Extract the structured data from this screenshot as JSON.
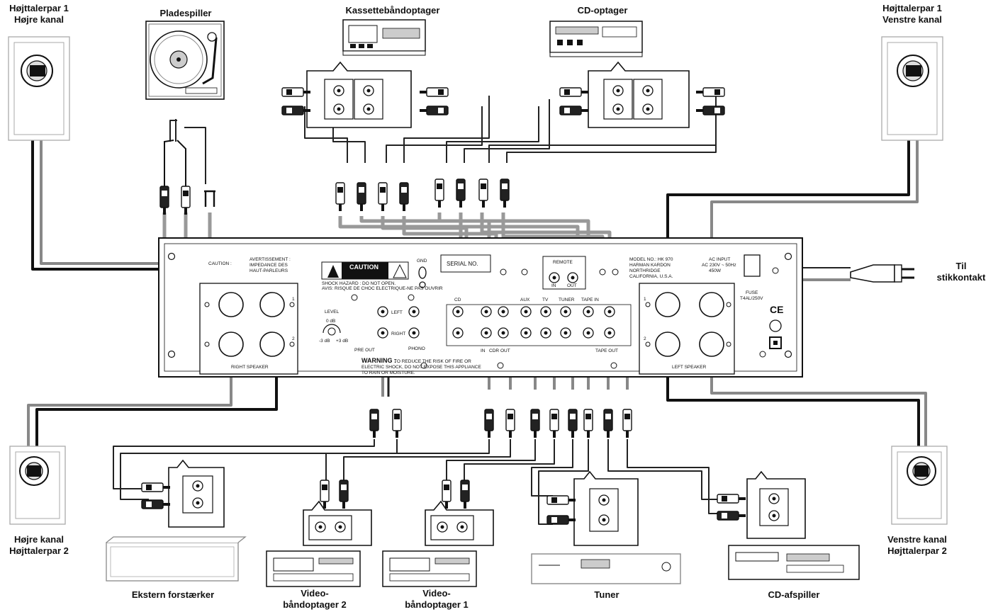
{
  "labels": {
    "speaker_right_1": [
      "Højttalerpar 1",
      "Højre kanal"
    ],
    "speaker_left_1": [
      "Højttalerpar 1",
      "Venstre kanal"
    ],
    "speaker_right_2": [
      "Højre kanal",
      "Højttalerpar 2"
    ],
    "speaker_left_2": [
      "Venstre kanal",
      "Højttalerpar 2"
    ],
    "turntable": "Pladespiller",
    "cassette": "Kassettebåndoptager",
    "cd_recorder": "CD-optager",
    "ext_amp": "Ekstern forstærker",
    "vcr2": [
      "Video-",
      "båndoptager 2"
    ],
    "vcr1": [
      "Video-",
      "båndoptager 1"
    ],
    "tuner": "Tuner",
    "cd_player": "CD-afspiller",
    "wall_outlet": [
      "Til",
      "stikkontakt"
    ]
  },
  "panel": {
    "caution_title": "CAUTION :",
    "avertissement": "AVERTISSEMENT :",
    "impedance_fr_1": "IMPEDANCE DES",
    "impedance_fr_2": "HAUT-PARLEURS",
    "caution_box": "CAUTION",
    "shock_1": "SHOCK HAZARD : DO NOT OPEN.",
    "shock_2": "AVIS: RISQUE DE CHOC ELECTRIQUE-NE PAS OUVRIR",
    "serial": "SERIAL NO.",
    "remote": "REMOTE",
    "remote_in": "IN",
    "remote_out": "OUT",
    "model_1": "MODEL NO.: HK 970",
    "model_2": "HARMAN KARDON",
    "model_3": "NORTHRIDGE",
    "model_4": "CALIFORNIA, U.S.A.",
    "power_1": "AC INPUT",
    "power_2": "AC 230V ~ 50Hz",
    "power_3": "450W",
    "fuse_1": "FUSE",
    "fuse_2": "T4AL/250V",
    "right_speaker": "RIGHT SPEAKER",
    "left_speaker": "LEFT SPEAKER",
    "pre_out": "PRE OUT",
    "level": "LEVEL",
    "zero_db": "0 dB",
    "minus3": "-3 dB",
    "plus3": "+3 dB",
    "left": "LEFT",
    "right": "RIGHT",
    "phono": "PHONO",
    "gnd": "GND",
    "cd": "CD",
    "cdr": "CDR",
    "aux": "AUX",
    "tv": "TV",
    "tuner": "TUNER",
    "tape_in": "TAPE IN",
    "tape_out": "TAPE OUT",
    "in": "IN",
    "out": "OUT",
    "warning_title": "WARNING :",
    "warning_1": "TO REDUCE THE RISK OF FIRE OR",
    "warning_2": "ELECTRIC SHOCK, DO NOT EXPOSE THIS APPLIANCE",
    "warning_3": "TO RAIN OR MOISTURE.",
    "ch1": "1",
    "ch2": "2",
    "ce_mark": "CE"
  }
}
